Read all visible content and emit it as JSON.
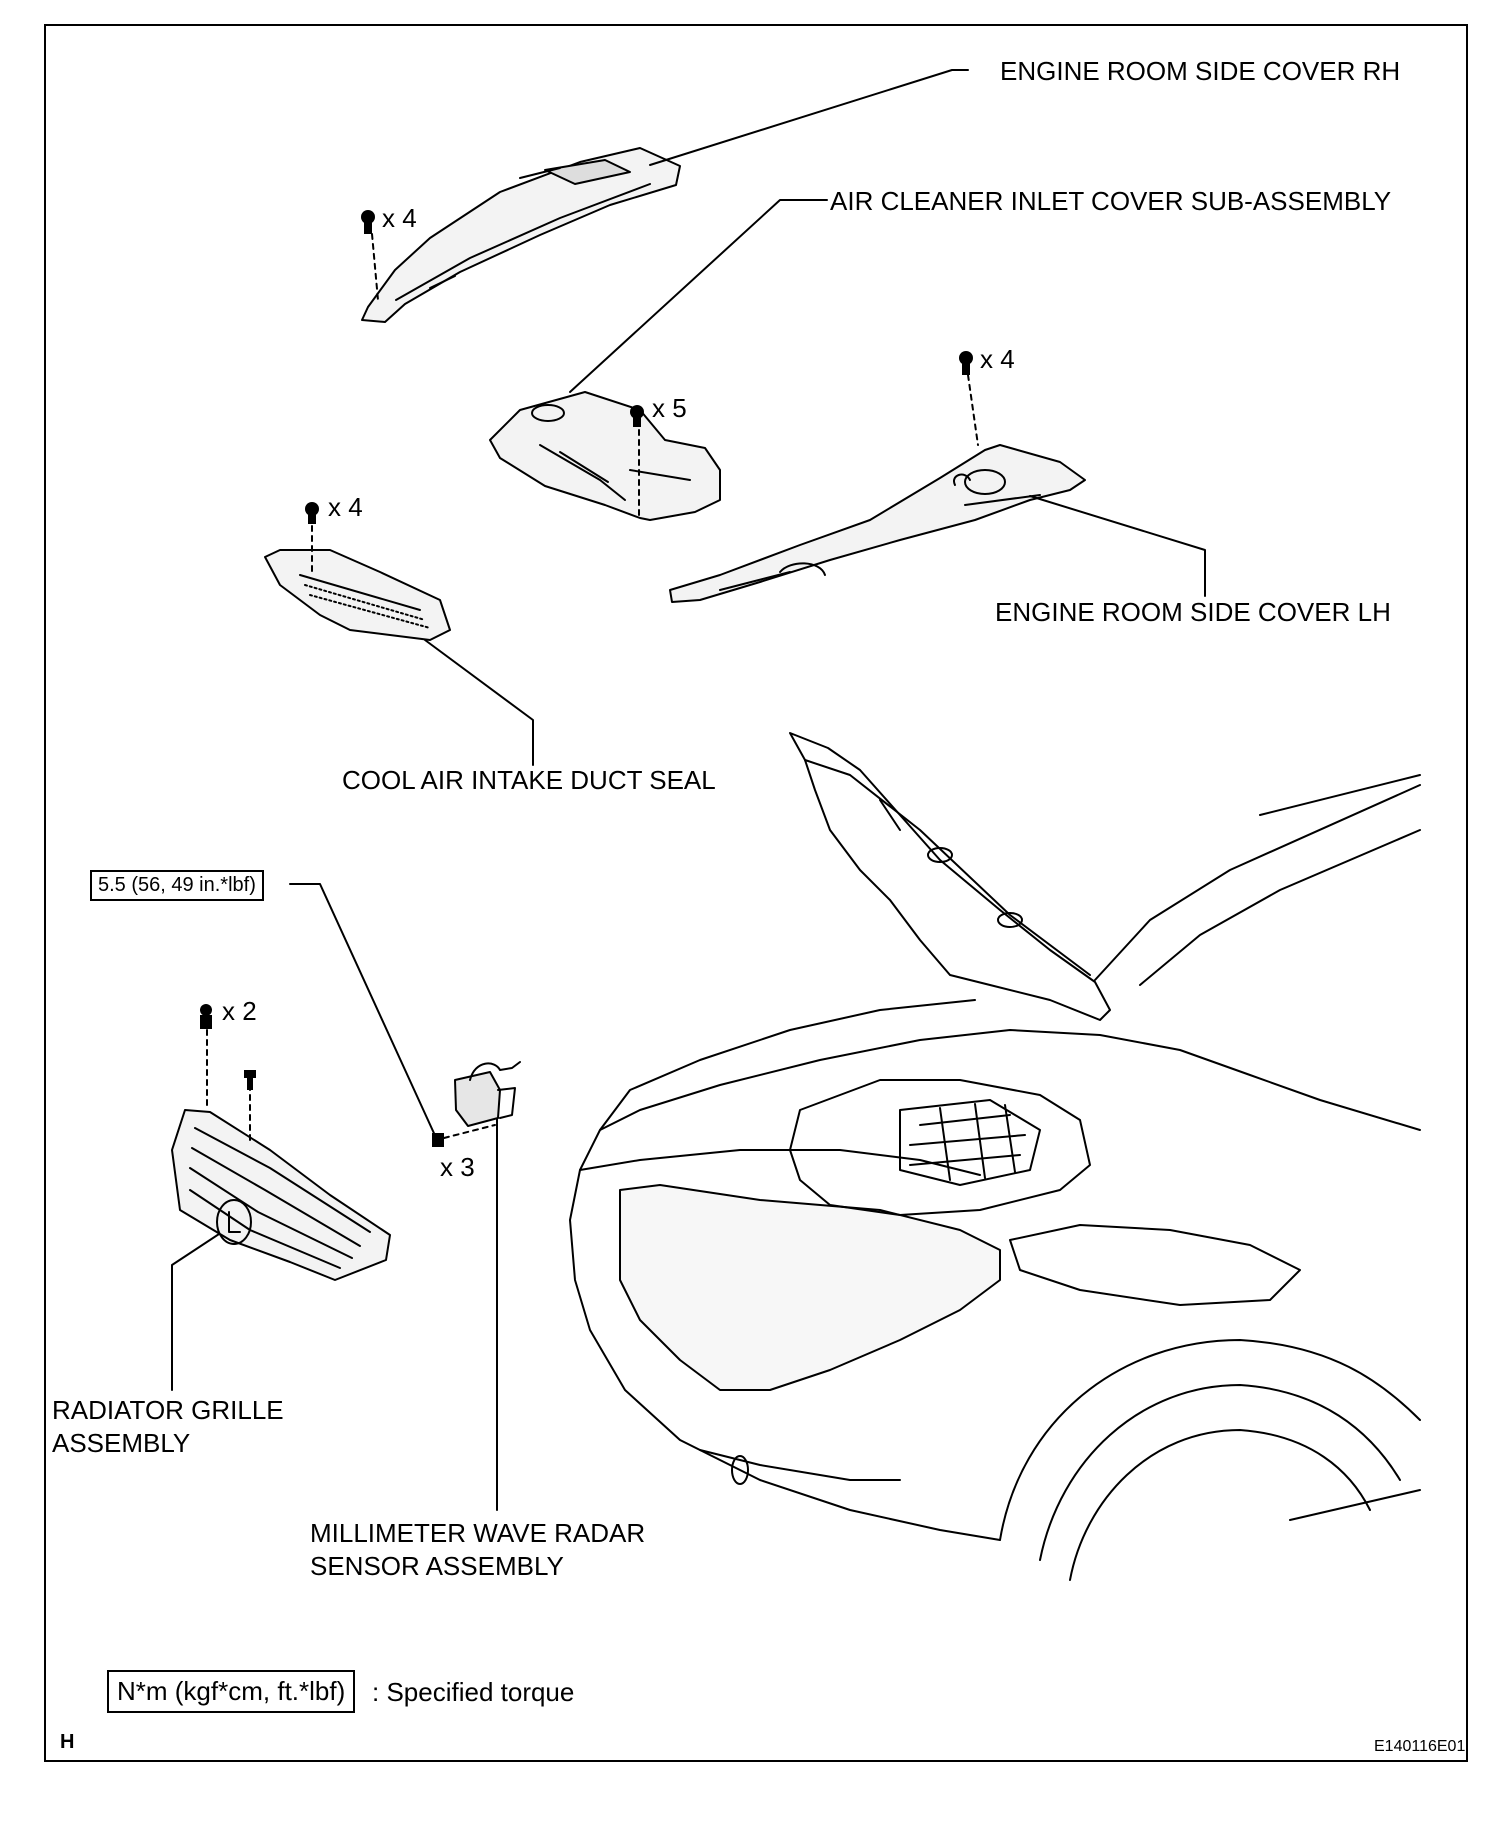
{
  "labels": {
    "engine_room_side_cover_rh": "ENGINE ROOM SIDE COVER RH",
    "air_cleaner_inlet_cover": "AIR CLEANER INLET COVER SUB-ASSEMBLY",
    "engine_room_side_cover_lh": "ENGINE ROOM SIDE COVER LH",
    "cool_air_intake_duct_seal": "COOL AIR INTAKE DUCT SEAL",
    "radiator_grille_line1": "RADIATOR GRILLE",
    "radiator_grille_line2": "ASSEMBLY",
    "mmw_radar_line1": "MILLIMETER WAVE RADAR",
    "mmw_radar_line2": "SENSOR ASSEMBLY"
  },
  "quantities": {
    "rh_clips": "x 4",
    "lh_clips": "x 4",
    "inlet_clips": "x 5",
    "seal_clips": "x 4",
    "grille_clips": "x 2",
    "radar_bolts": "x 3"
  },
  "torque": {
    "radar_bolt": "5.5 (56, 49 in.*lbf)"
  },
  "legend": {
    "unit_box": "N*m (kgf*cm, ft.*lbf)",
    "description": ": Specified torque"
  },
  "corner": {
    "letter": "H",
    "figure_id": "E140116E01"
  },
  "icons": [
    "clip-icon",
    "bolt-icon",
    "nut-icon"
  ]
}
